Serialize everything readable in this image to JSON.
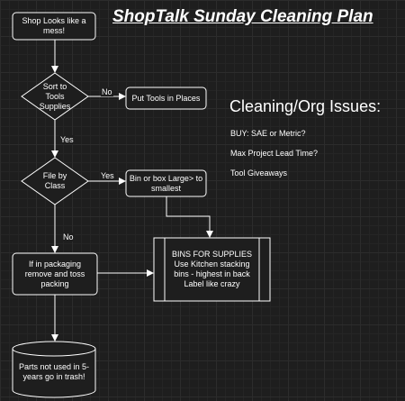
{
  "title": "ShopTalk Sunday Cleaning Plan",
  "colors": {
    "background": "#1e1e1e",
    "stroke": "#ffffff",
    "grid": "#2c2c2c"
  },
  "nodes": {
    "start": "Shop Looks like a mess!",
    "sort_decision": "Sort to Tools Supplies",
    "put_tools": "Put Tools in Places",
    "file_decision": "File by Class",
    "bin_box": "Bin or box Large> to smallest",
    "packaging": "If in packaging remove and toss packing",
    "bins_supplies": {
      "line1": "BINS FOR SUPPLIES",
      "line2": "Use Kitchen stacking",
      "line3": "bins - highest in back",
      "line4": "Label like crazy"
    },
    "parts_trash": "Parts not used in 5-years go in trash!"
  },
  "edges": {
    "sort_no": "No",
    "sort_yes": "Yes",
    "file_yes": "Yes",
    "file_no": "No"
  },
  "issues": {
    "heading": "Cleaning/Org Issues:",
    "items": [
      "BUY: SAE or Metric?",
      "Max Project Lead Time?",
      "Tool Giveaways"
    ]
  }
}
